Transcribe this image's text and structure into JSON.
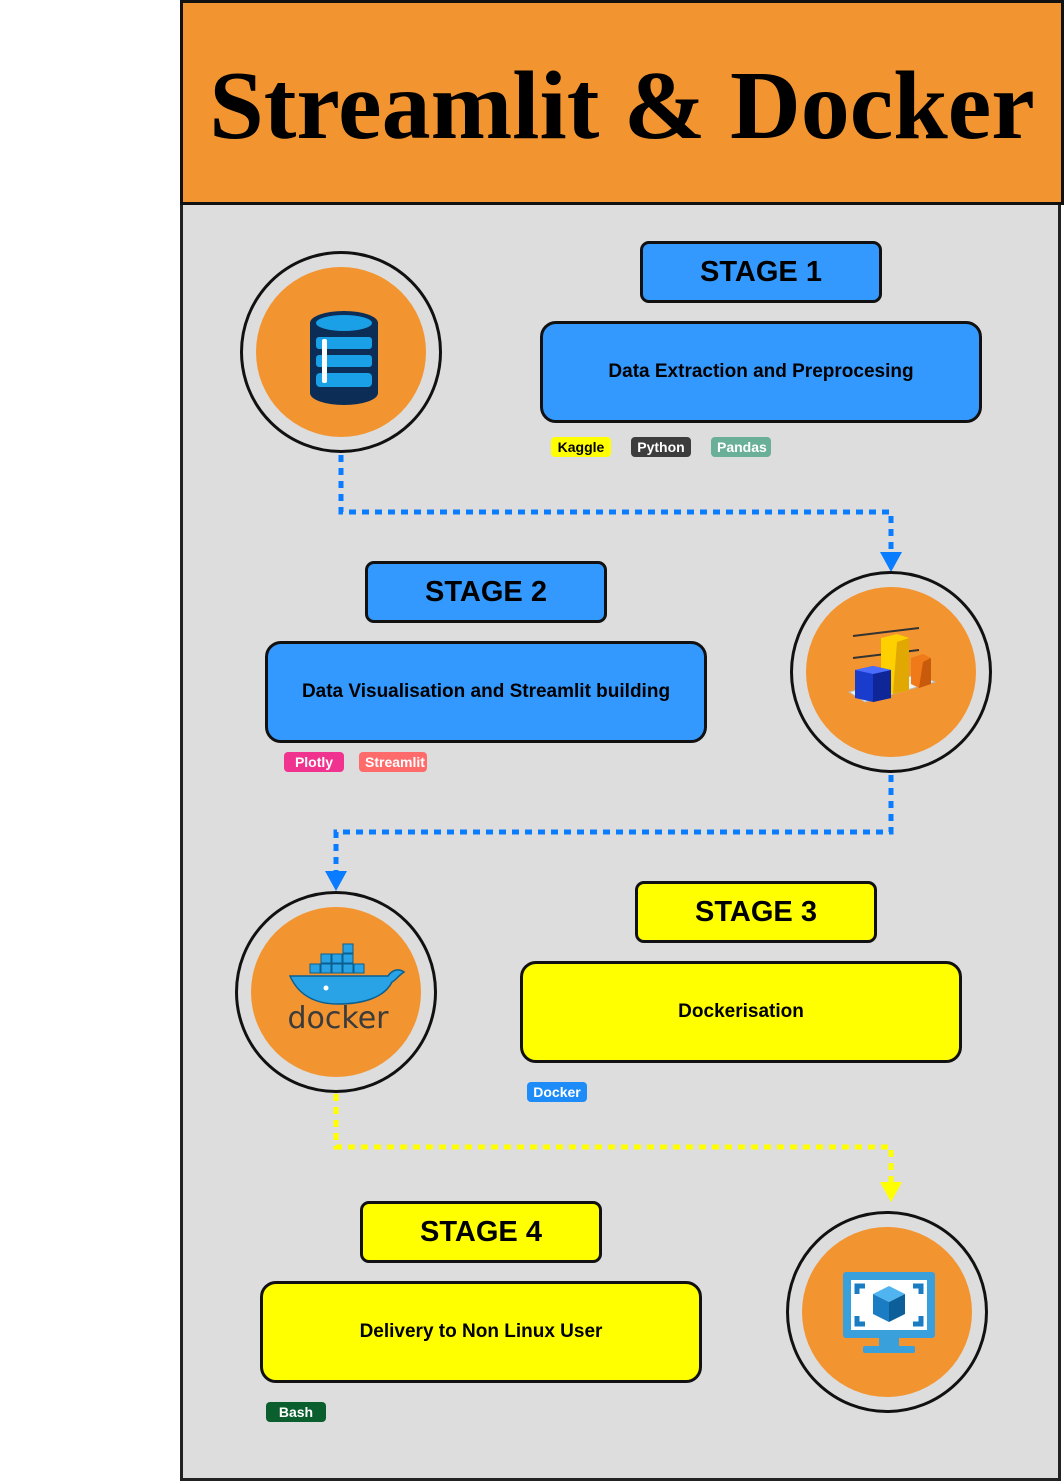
{
  "title": "Streamlit & Docker",
  "colors": {
    "accent_orange": "#f29430",
    "stage_blue": "#3399ff",
    "stage_yellow": "#ffff00",
    "connector_blue": "#0a7cff",
    "connector_yellow": "#ffff00"
  },
  "stages": [
    {
      "label": "STAGE 1",
      "description": "Data Extraction and Preprocesing",
      "icon": "database-icon",
      "tags": [
        {
          "text": "Kaggle",
          "bg": "#ffff00",
          "fg": "#000000"
        },
        {
          "text": "Python",
          "bg": "#3d3d3d",
          "fg": "#ffffff"
        },
        {
          "text": "Pandas",
          "bg": "#6aaf98",
          "fg": "#ffffff"
        }
      ]
    },
    {
      "label": "STAGE 2",
      "description": "Data Visualisation and Streamlit building",
      "icon": "bar-chart-icon",
      "tags": [
        {
          "text": "Plotly",
          "bg": "#f0338f",
          "fg": "#ffffff"
        },
        {
          "text": "Streamlit",
          "bg": "#ff6b6b",
          "fg": "#ffffff"
        }
      ]
    },
    {
      "label": "STAGE 3",
      "description": "Dockerisation",
      "icon": "docker-whale-icon",
      "icon_text": "docker",
      "tags": [
        {
          "text": "Docker",
          "bg": "#1d8cf8",
          "fg": "#ffffff"
        }
      ]
    },
    {
      "label": "STAGE 4",
      "description": "Delivery to Non Linux User",
      "icon": "monitor-cube-icon",
      "tags": [
        {
          "text": "Bash",
          "bg": "#0b5e2e",
          "fg": "#ffffff"
        }
      ]
    }
  ]
}
